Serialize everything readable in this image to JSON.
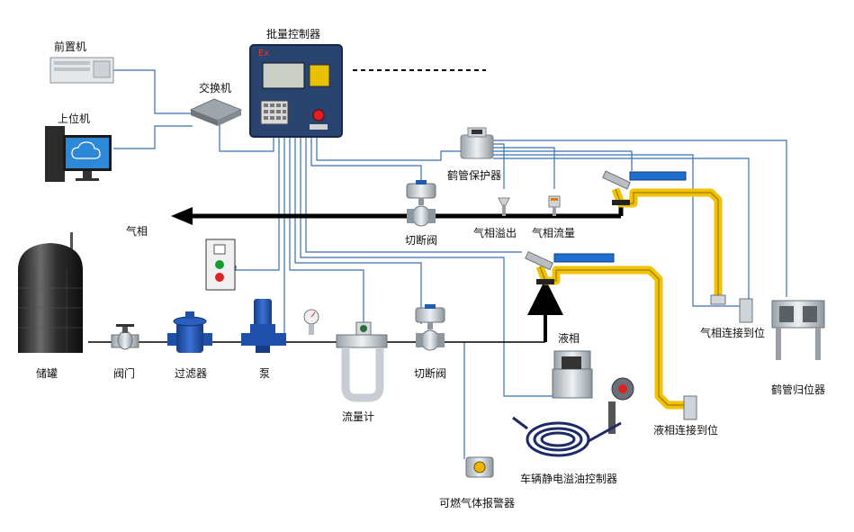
{
  "labels": {
    "front_machine": "前置机",
    "host_machine": "上位机",
    "switch": "交换机",
    "batch_controller": "批量控制器",
    "ex_mark": "Ex",
    "arm_protector": "鹤管保护器",
    "gas_phase": "气相",
    "cutoff_valve_gas": "切断阀",
    "gas_overflow": "气相溢出",
    "gas_flow": "气相流量",
    "storage_tank": "储罐",
    "valve": "阀门",
    "filter": "过滤器",
    "pump": "泵",
    "flowmeter": "流量计",
    "cutoff_valve_liquid": "切断阀",
    "liquid_phase": "液相",
    "gas_connect": "气相连接到位",
    "liquid_connect": "液相连接到位",
    "arm_home": "鹤管归位器",
    "static_controller": "车辆静电溢油控制器",
    "gas_alarm": "可燃气体报警器"
  },
  "colors": {
    "signal_line": "#3a6fb0",
    "main_pipe": "#000000",
    "loading_arm": "#f2c200",
    "arm_cylinder": "#1e6fd0",
    "controller_box": "#2a4470",
    "pump_body": "#1f4fa8"
  }
}
